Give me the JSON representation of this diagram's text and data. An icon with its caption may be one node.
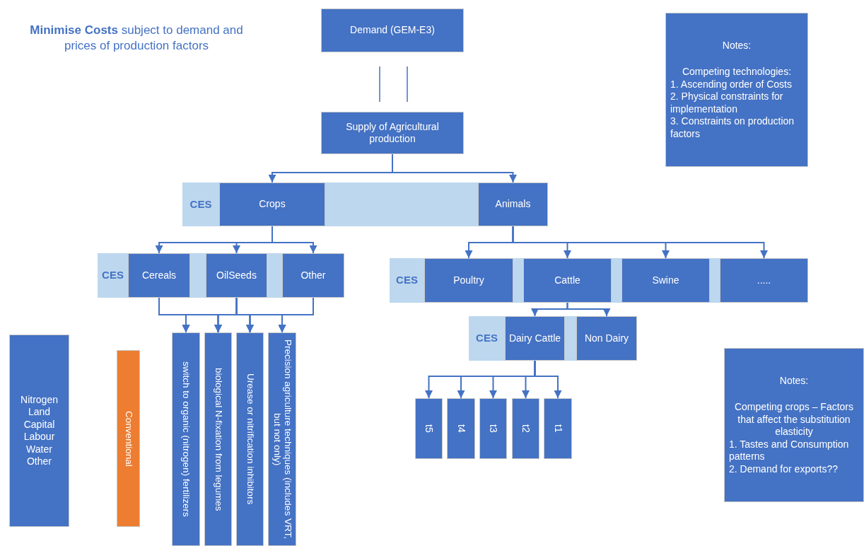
{
  "diagram": {
    "nodes": [
      {
        "text": [
          "Demand (GEM-E3)"
        ]
      },
      {
        "text": [
          "Supply of Agricultural production"
        ]
      },
      {
        "text": [
          "CES"
        ]
      },
      {
        "text": [
          "Crops"
        ],
        "in": 2
      },
      {
        "text": [
          "Animals"
        ],
        "in": 2
      },
      {
        "text": [
          "CES"
        ]
      },
      {
        "text": [
          "Cereals"
        ],
        "in": 5
      },
      {
        "text": [
          "OilSeeds"
        ],
        "in": 5
      },
      {
        "text": [
          "Other"
        ],
        "in": 5
      },
      {
        "text": [
          "CES"
        ]
      },
      {
        "text": [
          "Poultry"
        ],
        "in": 9
      },
      {
        "text": [
          "Cattle"
        ],
        "in": 9
      },
      {
        "text": [
          "Swine"
        ],
        "in": 9
      },
      {
        "text": [
          "....."
        ],
        "in": 9
      },
      {
        "text": [
          "CES"
        ]
      },
      {
        "text": [
          "Dairy Cattle"
        ],
        "in": 14
      },
      {
        "text": [
          "Non Dairy"
        ],
        "in": 14
      },
      {
        "text": [
          "t5"
        ]
      },
      {
        "text": [
          "t4"
        ]
      },
      {
        "text": [
          "t3"
        ]
      },
      {
        "text": [
          "t2"
        ]
      },
      {
        "text": [
          "t1"
        ]
      },
      {
        "text": [
          "switch to organic (nitrogen) fertilizers"
        ]
      },
      {
        "text": [
          "biological N-fixation from legumes"
        ]
      },
      {
        "text": [
          "Urease or nitrification inhibitors"
        ]
      },
      {
        "text": [
          "Precision agriculture techniques (includes VRT, but not only)"
        ]
      },
      {
        "text": [
          "Conventional"
        ]
      },
      {
        "text": [
          "Nitrogen",
          "Land",
          "Capital",
          "Labour",
          "Water",
          "Other"
        ]
      },
      {
        "text": [
          "Notes:",
          "Competing technologies:",
          "1. Ascending order of Costs",
          "2. Physical constraints for implementation",
          "3. Constraints on production factors"
        ]
      },
      {
        "text": [
          "Notes:",
          "Competing crops – Factors that affect the substitution elasticity",
          "1. Tastes and Consumption patterns",
          "2. Demand for exports??"
        ]
      }
    ],
    "edges": [
      {
        "from": 0,
        "to": 1,
        "arrow": "none"
      },
      {
        "from": 1,
        "to": 3,
        "arrow": "to"
      },
      {
        "from": 1,
        "to": 4,
        "arrow": "to"
      },
      {
        "from": 3,
        "to": 6,
        "arrow": "to"
      },
      {
        "from": 3,
        "to": 7,
        "arrow": "to"
      },
      {
        "from": 3,
        "to": 8,
        "arrow": "to"
      },
      {
        "from": 6,
        "to": 22,
        "arrow": "to"
      },
      {
        "from": 6,
        "to": 23,
        "arrow": "to"
      },
      {
        "from": 6,
        "to": 24,
        "arrow": "to"
      },
      {
        "from": 6,
        "to": 25,
        "arrow": "to"
      },
      {
        "from": 7,
        "to": 22,
        "arrow": "to"
      },
      {
        "from": 7,
        "to": 23,
        "arrow": "to"
      },
      {
        "from": 7,
        "to": 24,
        "arrow": "to"
      },
      {
        "from": 7,
        "to": 25,
        "arrow": "to"
      },
      {
        "from": 8,
        "to": 22,
        "arrow": "to"
      },
      {
        "from": 8,
        "to": 23,
        "arrow": "to"
      },
      {
        "from": 8,
        "to": 24,
        "arrow": "to"
      },
      {
        "from": 8,
        "to": 25,
        "arrow": "to"
      },
      {
        "from": 4,
        "to": 10,
        "arrow": "to"
      },
      {
        "from": 4,
        "to": 11,
        "arrow": "to"
      },
      {
        "from": 4,
        "to": 12,
        "arrow": "to"
      },
      {
        "from": 4,
        "to": 13,
        "arrow": "to"
      },
      {
        "from": 11,
        "to": 15,
        "arrow": "to"
      },
      {
        "from": 11,
        "to": 16,
        "arrow": "to"
      },
      {
        "from": 15,
        "to": 17,
        "arrow": "to"
      },
      {
        "from": 15,
        "to": 18,
        "arrow": "to"
      },
      {
        "from": 15,
        "to": 19,
        "arrow": "to"
      },
      {
        "from": 15,
        "to": 20,
        "arrow": "to"
      },
      {
        "from": 15,
        "to": 21,
        "arrow": "to"
      }
    ],
    "labels": [
      "**Minimise Costs** subject to demand and prices of production factors"
    ]
  }
}
